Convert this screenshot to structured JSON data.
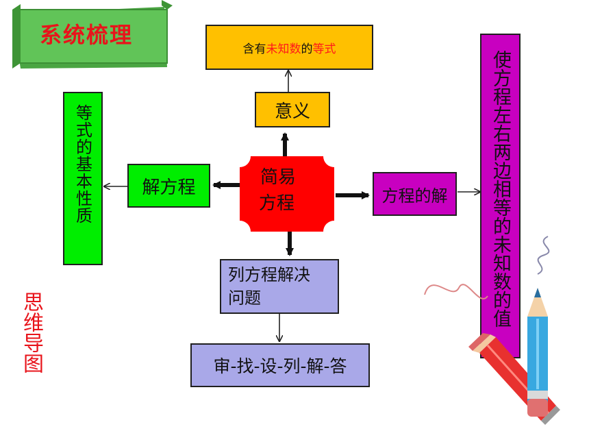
{
  "banner": {
    "title": "系统梳理"
  },
  "center": {
    "line1": "简易",
    "line2": "方程"
  },
  "meaning": {
    "label": "意义"
  },
  "definition": {
    "part1": "含有",
    "part2": "未知数",
    "part3": "的",
    "part4": "等式"
  },
  "solve": {
    "label": "解方程"
  },
  "properties": {
    "label": "等式的基本性质"
  },
  "solution": {
    "label": "方程的解"
  },
  "solution_def": {
    "label": "使方程左右两边相等的未知数的值"
  },
  "word_problem": {
    "line1": "列方程解决",
    "line2": "问题"
  },
  "steps": {
    "label": "审-找-设-列-解-答"
  },
  "side_label": {
    "label": "思维导图"
  },
  "colors": {
    "banner": "#61c458",
    "title": "#e8141b",
    "center": "#ff0000",
    "meaning": "#ffc000",
    "green": "#00ee00",
    "magenta": "#c800c0",
    "lavender": "#a9a8e8",
    "highlight_red": "#ff1a1a"
  }
}
